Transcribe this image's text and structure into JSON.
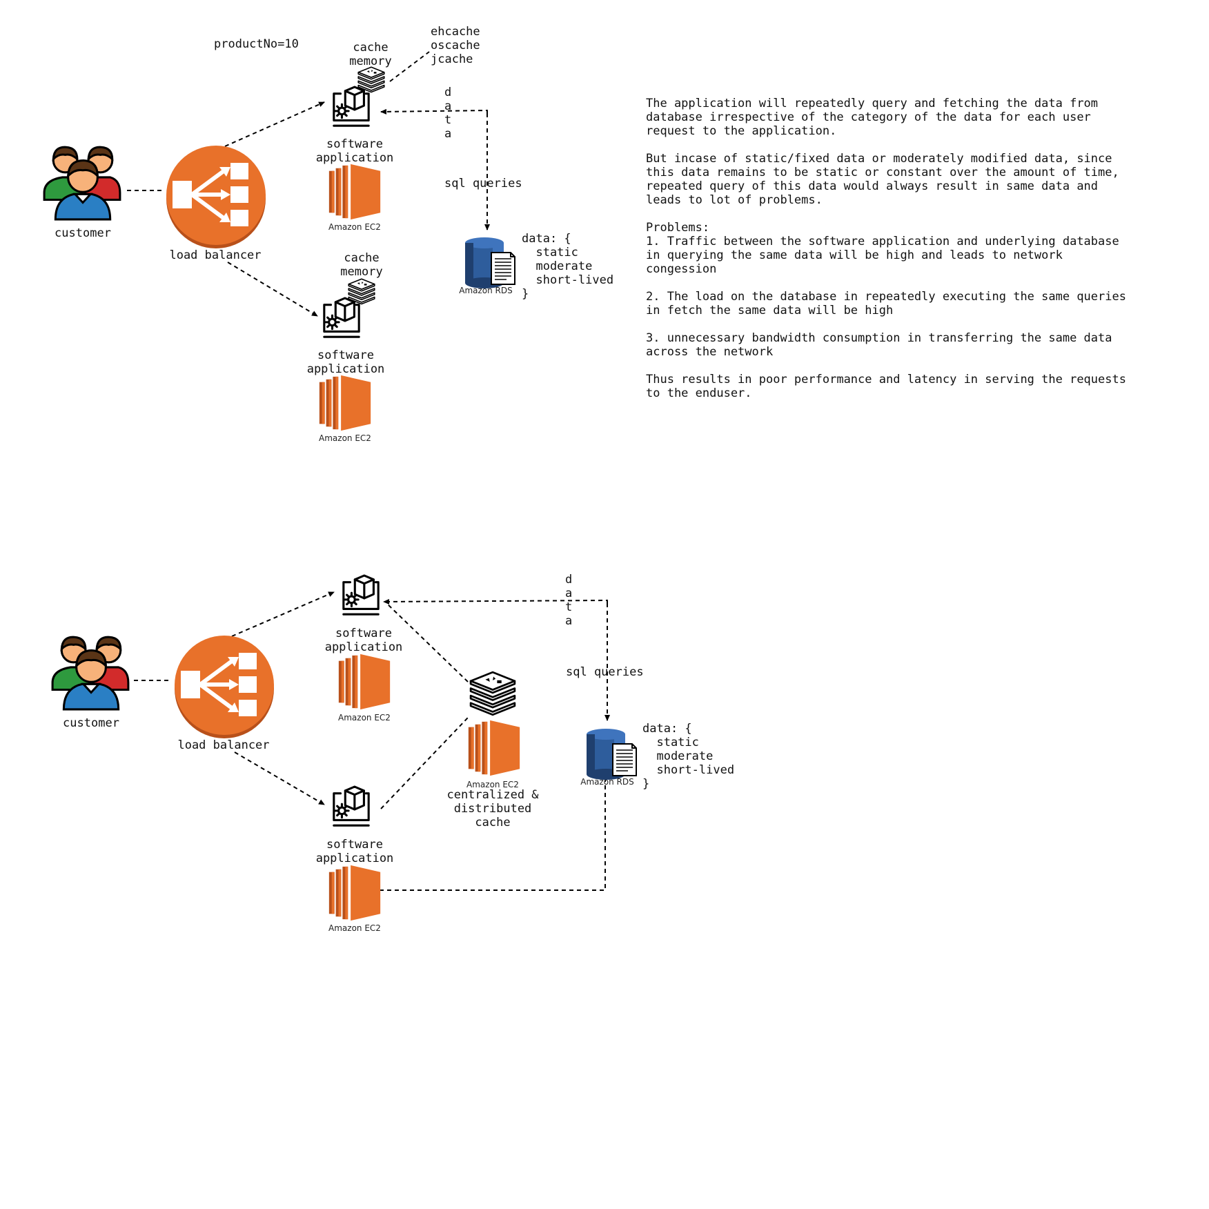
{
  "top": {
    "product_label": "productNo=10",
    "cache_libs": "ehcache\noscache\njcache",
    "cache_memory_1": "cache\nmemory",
    "cache_memory_2": "cache\nmemory",
    "software_app_1": "software\napplication",
    "software_app_2": "software\napplication",
    "ec2_1": "Amazon EC2",
    "ec2_2": "Amazon EC2",
    "customer": "customer",
    "load_balancer": "load balancer",
    "data_vertical": "data",
    "sql_queries": "sql queries",
    "rds": "Amazon RDS",
    "data_block": "data: {\n  static\n  moderate\n  short-lived\n}"
  },
  "bottom": {
    "customer": "customer",
    "load_balancer": "load balancer",
    "software_app_1": "software\napplication",
    "software_app_2": "software\napplication",
    "ec2_1": "Amazon EC2",
    "ec2_2": "Amazon EC2",
    "ec2_cache": "Amazon EC2",
    "cache_label": "centralized &\ndistributed\ncache",
    "data_vertical": "data",
    "sql_queries": "sql queries",
    "rds": "Amazon RDS",
    "data_block": "data: {\n  static\n  moderate\n  short-lived\n}"
  },
  "explanation": "The application will repeatedly query and fetching the data from\ndatabase irrespective of the category of the data for each user\nrequest to the application.\n\nBut incase of static/fixed data or moderately modified data, since\nthis data remains to be static or constant over the amount of time,\nrepeated query of this data would always result in same data and\nleads to lot of problems.\n\nProblems:\n1. Traffic between the software application and underlying database\nin querying the same data will be high and leads to network\ncongession\n\n2. The load on the database in repeatedly executing the same queries\nin fetch the same data will be high\n\n3. unnecessary bandwidth consumption in transferring the same data\nacross the network\n\nThus results in poor performance and latency in serving the requests\nto the enduser.",
  "colors": {
    "aws_orange": "#e8712a",
    "aws_orange_dark": "#b8501a",
    "rds_blue": "#2e5d9c",
    "rds_blue_dark": "#1f3f6e",
    "user_blue": "#2a7fc4",
    "user_green": "#2e9a3e",
    "user_red": "#d22b2b",
    "skin": "#f7b27a",
    "hair": "#5a3416"
  }
}
